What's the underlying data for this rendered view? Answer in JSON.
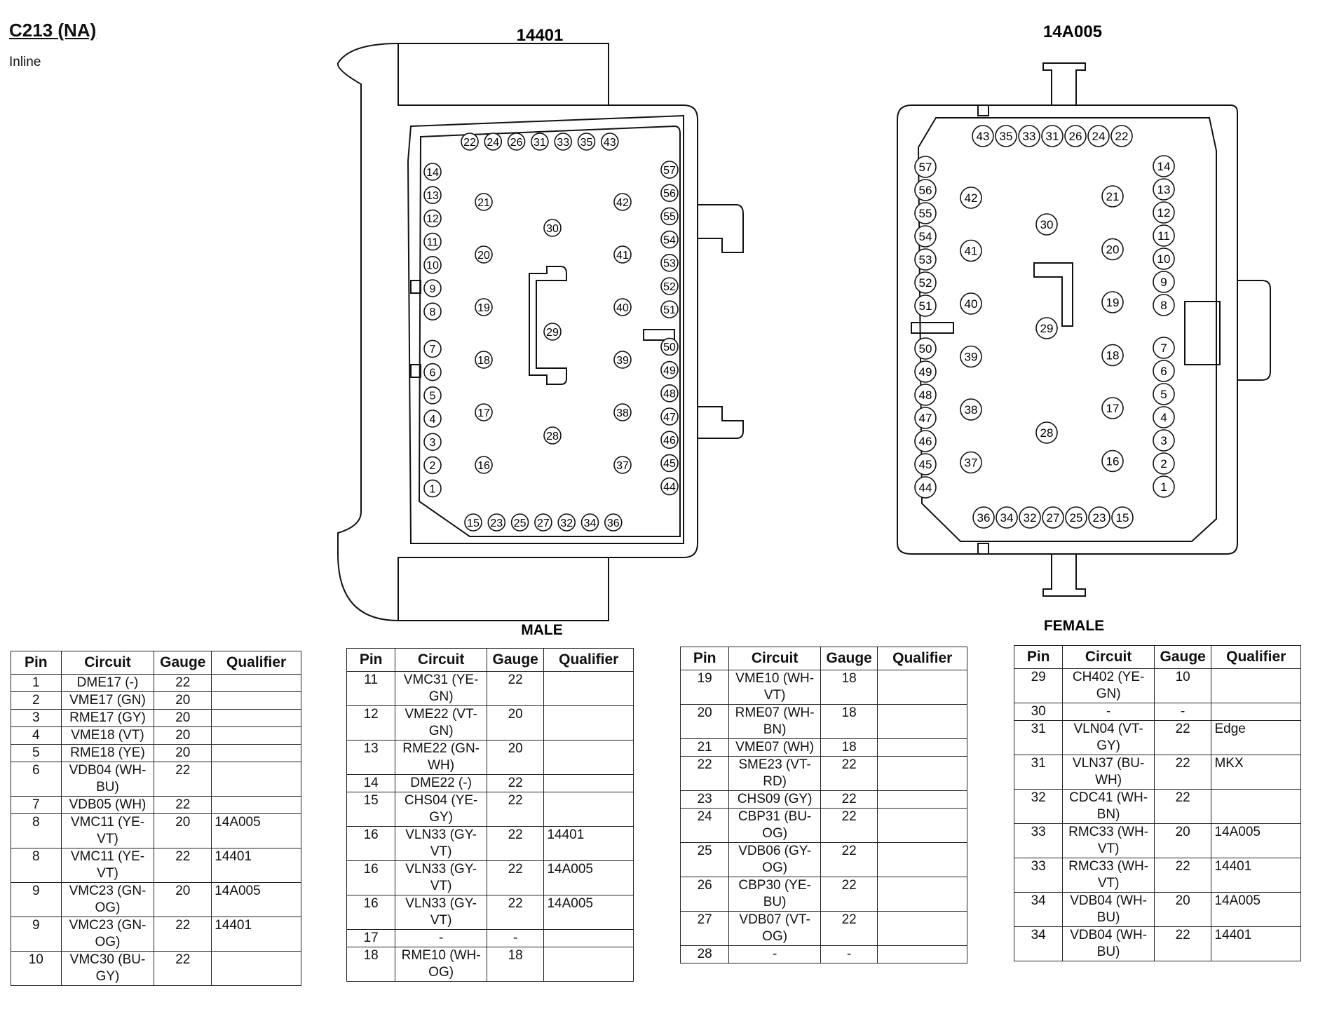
{
  "header": {
    "title": "C213 (NA)",
    "subtitle": "Inline"
  },
  "male": {
    "part": "14401",
    "label": "MALE",
    "pins": {
      "top": [
        "22",
        "24",
        "26",
        "31",
        "33",
        "35",
        "43"
      ],
      "bottom": [
        "15",
        "23",
        "25",
        "27",
        "32",
        "34",
        "36"
      ],
      "left": [
        "14",
        "13",
        "12",
        "11",
        "10",
        "9",
        "8",
        "7",
        "6",
        "5",
        "4",
        "3",
        "2",
        "1"
      ],
      "right": [
        "57",
        "56",
        "55",
        "54",
        "53",
        "52",
        "51",
        "50",
        "49",
        "48",
        "47",
        "46",
        "45",
        "44"
      ],
      "inner_left": [
        "21",
        "20",
        "19",
        "18",
        "17",
        "16"
      ],
      "inner_right": [
        "42",
        "41",
        "40",
        "39",
        "38",
        "37"
      ],
      "center": [
        "30",
        "29",
        "28"
      ]
    }
  },
  "female": {
    "part": "14A005",
    "label": "FEMALE",
    "pins": {
      "top": [
        "43",
        "35",
        "33",
        "31",
        "26",
        "24",
        "22"
      ],
      "bottom": [
        "36",
        "34",
        "32",
        "27",
        "25",
        "23",
        "15"
      ],
      "left": [
        "57",
        "56",
        "55",
        "54",
        "53",
        "52",
        "51",
        "50",
        "49",
        "48",
        "47",
        "46",
        "45",
        "44"
      ],
      "right": [
        "14",
        "13",
        "12",
        "11",
        "10",
        "9",
        "8",
        "7",
        "6",
        "5",
        "4",
        "3",
        "2",
        "1"
      ],
      "inner_left": [
        "42",
        "41",
        "40",
        "39",
        "38",
        "37"
      ],
      "inner_right": [
        "21",
        "20",
        "19",
        "18",
        "17",
        "16"
      ],
      "center": [
        "30",
        "29",
        "28"
      ]
    }
  },
  "table_headers": {
    "pin": "Pin",
    "circuit": "Circuit",
    "gauge": "Gauge",
    "qualifier": "Qualifier"
  },
  "tables": [
    {
      "rows": [
        {
          "pin": "1",
          "circuit": "DME17 (-)",
          "gauge": "22",
          "qualifier": ""
        },
        {
          "pin": "2",
          "circuit": "VME17 (GN)",
          "gauge": "20",
          "qualifier": ""
        },
        {
          "pin": "3",
          "circuit": "RME17 (GY)",
          "gauge": "20",
          "qualifier": ""
        },
        {
          "pin": "4",
          "circuit": "VME18 (VT)",
          "gauge": "20",
          "qualifier": ""
        },
        {
          "pin": "5",
          "circuit": "RME18 (YE)",
          "gauge": "20",
          "qualifier": ""
        },
        {
          "pin": "6",
          "circuit": "VDB04 (WH-BU)",
          "gauge": "22",
          "qualifier": ""
        },
        {
          "pin": "7",
          "circuit": "VDB05 (WH)",
          "gauge": "22",
          "qualifier": ""
        },
        {
          "pin": "8",
          "circuit": "VMC11 (YE-VT)",
          "gauge": "20",
          "qualifier": "14A005"
        },
        {
          "pin": "8",
          "circuit": "VMC11 (YE-VT)",
          "gauge": "22",
          "qualifier": "14401"
        },
        {
          "pin": "9",
          "circuit": "VMC23 (GN-OG)",
          "gauge": "20",
          "qualifier": "14A005"
        },
        {
          "pin": "9",
          "circuit": "VMC23 (GN-OG)",
          "gauge": "22",
          "qualifier": "14401"
        },
        {
          "pin": "10",
          "circuit": "VMC30 (BU-GY)",
          "gauge": "22",
          "qualifier": ""
        }
      ]
    },
    {
      "rows": [
        {
          "pin": "11",
          "circuit": "VMC31 (YE-GN)",
          "gauge": "22",
          "qualifier": ""
        },
        {
          "pin": "12",
          "circuit": "VME22 (VT-GN)",
          "gauge": "20",
          "qualifier": ""
        },
        {
          "pin": "13",
          "circuit": "RME22 (GN-WH)",
          "gauge": "20",
          "qualifier": ""
        },
        {
          "pin": "14",
          "circuit": "DME22 (-)",
          "gauge": "22",
          "qualifier": ""
        },
        {
          "pin": "15",
          "circuit": "CHS04 (YE-GY)",
          "gauge": "22",
          "qualifier": ""
        },
        {
          "pin": "16",
          "circuit": "VLN33 (GY-VT)",
          "gauge": "22",
          "qualifier": "14401"
        },
        {
          "pin": "16",
          "circuit": "VLN33 (GY-VT)",
          "gauge": "22",
          "qualifier": "14A005"
        },
        {
          "pin": "16",
          "circuit": "VLN33 (GY-VT)",
          "gauge": "22",
          "qualifier": "14A005"
        },
        {
          "pin": "17",
          "circuit": "-",
          "gauge": "-",
          "qualifier": ""
        },
        {
          "pin": "18",
          "circuit": "RME10 (WH-OG)",
          "gauge": "18",
          "qualifier": ""
        }
      ]
    },
    {
      "rows": [
        {
          "pin": "19",
          "circuit": "VME10 (WH-VT)",
          "gauge": "18",
          "qualifier": ""
        },
        {
          "pin": "20",
          "circuit": "RME07 (WH-BN)",
          "gauge": "18",
          "qualifier": ""
        },
        {
          "pin": "21",
          "circuit": "VME07 (WH)",
          "gauge": "18",
          "qualifier": ""
        },
        {
          "pin": "22",
          "circuit": "SME23 (VT-RD)",
          "gauge": "22",
          "qualifier": ""
        },
        {
          "pin": "23",
          "circuit": "CHS09 (GY)",
          "gauge": "22",
          "qualifier": ""
        },
        {
          "pin": "24",
          "circuit": "CBP31 (BU-OG)",
          "gauge": "22",
          "qualifier": ""
        },
        {
          "pin": "25",
          "circuit": "VDB06 (GY-OG)",
          "gauge": "22",
          "qualifier": ""
        },
        {
          "pin": "26",
          "circuit": "CBP30 (YE-BU)",
          "gauge": "22",
          "qualifier": ""
        },
        {
          "pin": "27",
          "circuit": "VDB07 (VT-OG)",
          "gauge": "22",
          "qualifier": ""
        },
        {
          "pin": "28",
          "circuit": "-",
          "gauge": "-",
          "qualifier": ""
        }
      ]
    },
    {
      "rows": [
        {
          "pin": "29",
          "circuit": "CH402 (YE-GN)",
          "gauge": "10",
          "qualifier": ""
        },
        {
          "pin": "30",
          "circuit": "-",
          "gauge": "-",
          "qualifier": ""
        },
        {
          "pin": "31",
          "circuit": "VLN04 (VT-GY)",
          "gauge": "22",
          "qualifier": "Edge"
        },
        {
          "pin": "31",
          "circuit": "VLN37 (BU-WH)",
          "gauge": "22",
          "qualifier": "MKX"
        },
        {
          "pin": "32",
          "circuit": "CDC41 (WH-BN)",
          "gauge": "22",
          "qualifier": ""
        },
        {
          "pin": "33",
          "circuit": "RMC33 (WH-VT)",
          "gauge": "20",
          "qualifier": "14A005"
        },
        {
          "pin": "33",
          "circuit": "RMC33 (WH-VT)",
          "gauge": "22",
          "qualifier": "14401"
        },
        {
          "pin": "34",
          "circuit": "VDB04 (WH-BU)",
          "gauge": "20",
          "qualifier": "14A005"
        },
        {
          "pin": "34",
          "circuit": "VDB04 (WH-BU)",
          "gauge": "22",
          "qualifier": "14401"
        }
      ]
    }
  ]
}
